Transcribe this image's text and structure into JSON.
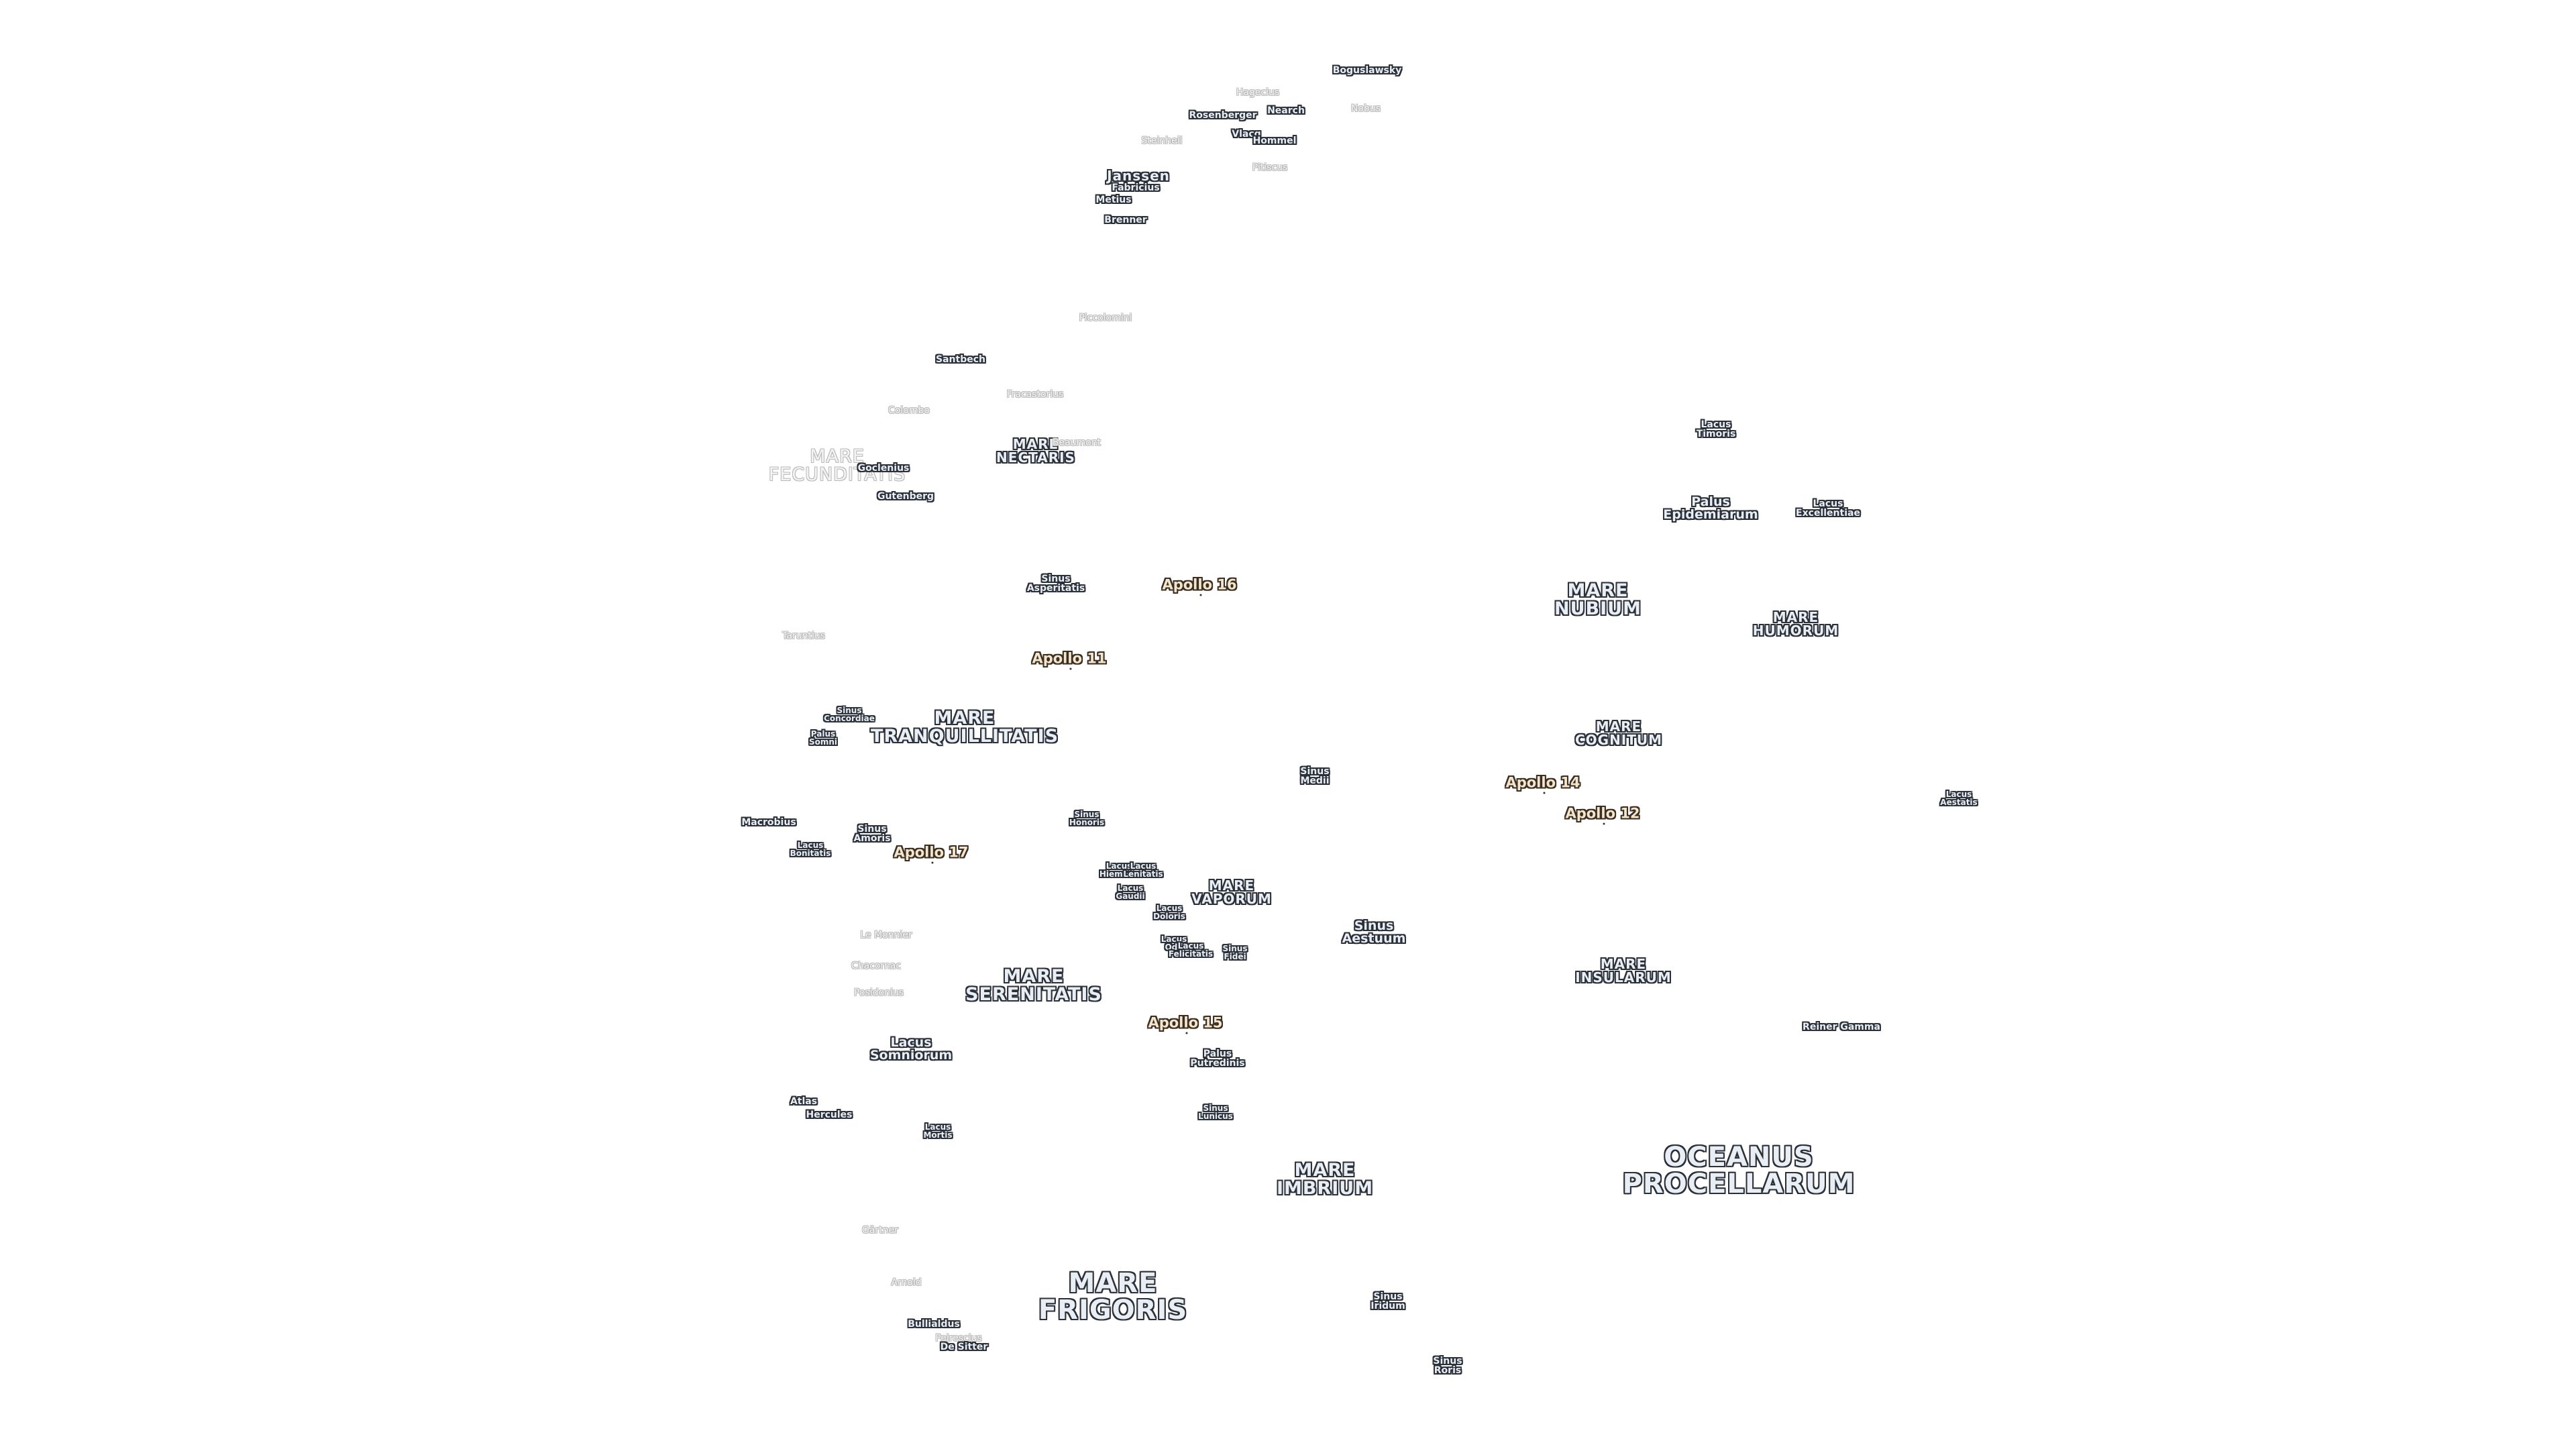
{
  "labels": [
    {
      "id": "bogoslovsky",
      "text": "Boguslawsky",
      "kind": "crater",
      "style": "dark"
    },
    {
      "id": "hagecius",
      "text": "Hagecius",
      "kind": "crater",
      "style": "faint"
    },
    {
      "id": "rosenberger",
      "text": "Rosenberger",
      "kind": "crater",
      "style": "dark"
    },
    {
      "id": "nearch",
      "text": "Nearch",
      "kind": "crater",
      "style": "dark"
    },
    {
      "id": "nobus",
      "text": "Nobus",
      "kind": "crater",
      "style": "faint"
    },
    {
      "id": "steinheil",
      "text": "Steinheil",
      "kind": "crater",
      "style": "faint"
    },
    {
      "id": "vlacq",
      "text": "Vlacq",
      "kind": "crater",
      "style": "dark"
    },
    {
      "id": "hommel",
      "text": "Hommel",
      "kind": "crater",
      "style": "dark"
    },
    {
      "id": "pitiscus",
      "text": "Pitiscus",
      "kind": "crater",
      "style": "faint"
    },
    {
      "id": "janssen",
      "text": "Janssen",
      "kind": "crater-large",
      "style": "dark"
    },
    {
      "id": "fabricius",
      "text": "Fabricius",
      "kind": "crater",
      "style": "dark"
    },
    {
      "id": "metius",
      "text": "Metius",
      "kind": "crater",
      "style": "dark"
    },
    {
      "id": "brenner",
      "text": "Brenner",
      "kind": "crater",
      "style": "dark"
    },
    {
      "id": "piccolomini",
      "text": "Piccolomini",
      "kind": "crater",
      "style": "faint"
    },
    {
      "id": "santbech",
      "text": "Santbech",
      "kind": "crater",
      "style": "dark"
    },
    {
      "id": "fracastorius",
      "text": "Fracastorius",
      "kind": "crater",
      "style": "faint"
    },
    {
      "id": "colombo",
      "text": "Colombo",
      "kind": "crater",
      "style": "faint"
    },
    {
      "id": "mare-nectaris",
      "text": "MARE\nNECTARIS",
      "kind": "mare-small",
      "style": "dark"
    },
    {
      "id": "beaumont",
      "text": "Beaumont",
      "kind": "crater",
      "style": "faint"
    },
    {
      "id": "mare-fecunditatis",
      "text": "MARE\nFECUNDITATIS",
      "kind": "mare",
      "style": "faint"
    },
    {
      "id": "goclenius",
      "text": "Goclenius",
      "kind": "crater",
      "style": "dark"
    },
    {
      "id": "gutenberg",
      "text": "Gutenberg",
      "kind": "crater",
      "style": "dark"
    },
    {
      "id": "lacus-timoris",
      "text": "Lacus\nTimoris",
      "kind": "small",
      "style": "dark"
    },
    {
      "id": "palus-epidemiarum",
      "text": "Palus\nEpidemiarum",
      "kind": "medium",
      "style": "dark"
    },
    {
      "id": "lacus-excellentiae",
      "text": "Lacus\nExcellentiae",
      "kind": "small",
      "style": "dark"
    },
    {
      "id": "sinus-asperitatis",
      "text": "Sinus\nAsperitatis",
      "kind": "small",
      "style": "dark"
    },
    {
      "id": "apollo-16",
      "text": "Apollo 16",
      "kind": "apollo",
      "style": "apollo"
    },
    {
      "id": "mare-nubium",
      "text": "MARE\nNUBIUM",
      "kind": "mare",
      "style": "dark"
    },
    {
      "id": "mare-humorum",
      "text": "MARE\nHUMORUM",
      "kind": "mare-small",
      "style": "dark"
    },
    {
      "id": "taruntius",
      "text": "Taruntius",
      "kind": "crater",
      "style": "faint"
    },
    {
      "id": "apollo-11",
      "text": "Apollo 11",
      "kind": "apollo",
      "style": "apollo"
    },
    {
      "id": "sinus-concordiae",
      "text": "Sinus\nConcordiae",
      "kind": "tiny",
      "style": "dark"
    },
    {
      "id": "mare-tranquillitatis",
      "text": "MARE\nTRANQUILLITATIS",
      "kind": "mare",
      "style": "dark"
    },
    {
      "id": "palus-somni",
      "text": "Palus\nSomni",
      "kind": "tiny",
      "style": "dark"
    },
    {
      "id": "mare-cognitum",
      "text": "MARE\nCOGNITUM",
      "kind": "mare-small",
      "style": "dark"
    },
    {
      "id": "sinus-medii",
      "text": "Sinus\nMedii",
      "kind": "small",
      "style": "dark"
    },
    {
      "id": "apollo-14",
      "text": "Apollo 14",
      "kind": "apollo",
      "style": "apollo"
    },
    {
      "id": "apollo-12",
      "text": "Apollo 12",
      "kind": "apollo",
      "style": "apollo"
    },
    {
      "id": "lacus-aestatis",
      "text": "Lacus\nAestatis",
      "kind": "tiny",
      "style": "dark"
    },
    {
      "id": "macrobius",
      "text": "Macrobius",
      "kind": "crater",
      "style": "dark"
    },
    {
      "id": "sinus-honoris",
      "text": "Sinus\nHonoris",
      "kind": "tiny",
      "style": "dark"
    },
    {
      "id": "sinus-amoris",
      "text": "Sinus\nAmoris",
      "kind": "small",
      "style": "dark"
    },
    {
      "id": "lacus-bonitatis",
      "text": "Lacus\nBonitatis",
      "kind": "tiny",
      "style": "dark"
    },
    {
      "id": "apollo-17",
      "text": "Apollo 17",
      "kind": "apollo",
      "style": "apollo"
    },
    {
      "id": "lacus-hiemalis",
      "text": "Lacus\nHiemalis",
      "kind": "tiny",
      "style": "dark"
    },
    {
      "id": "lacus-lenitatis",
      "text": "Lacus\nLenitatis",
      "kind": "tiny",
      "style": "dark"
    },
    {
      "id": "lacus-gaudii",
      "text": "Lacus\nGaudii",
      "kind": "tiny",
      "style": "dark"
    },
    {
      "id": "mare-vaporum",
      "text": "MARE\nVAPORUM",
      "kind": "mare-small",
      "style": "dark"
    },
    {
      "id": "lacus-doloris",
      "text": "Lacus\nDoloris",
      "kind": "tiny",
      "style": "dark"
    },
    {
      "id": "sinus-aestuum",
      "text": "Sinus\nAestuum",
      "kind": "medium",
      "style": "dark"
    },
    {
      "id": "le-monnier",
      "text": "Le Monnier",
      "kind": "crater",
      "style": "faint"
    },
    {
      "id": "lacus-odii",
      "text": "Lacus\nOdii",
      "kind": "tiny",
      "style": "dark"
    },
    {
      "id": "lacus-felicitatis",
      "text": "Lacus\nFelicitatis",
      "kind": "tiny",
      "style": "dark"
    },
    {
      "id": "sinus-fidei",
      "text": "Sinus\nFidei",
      "kind": "tiny",
      "style": "dark"
    },
    {
      "id": "chacornac",
      "text": "Chacornac",
      "kind": "crater",
      "style": "faint"
    },
    {
      "id": "mare-serenitatis",
      "text": "MARE\nSERENITATIS",
      "kind": "mare",
      "style": "dark"
    },
    {
      "id": "mare-insularum",
      "text": "MARE\nINSULARUM",
      "kind": "mare-small",
      "style": "dark"
    },
    {
      "id": "posidonius",
      "text": "Posidonius",
      "kind": "crater",
      "style": "faint"
    },
    {
      "id": "apollo-15",
      "text": "Apollo 15",
      "kind": "apollo",
      "style": "apollo"
    },
    {
      "id": "reiner-gamma",
      "text": "Reiner Gamma",
      "kind": "crater",
      "style": "dark"
    },
    {
      "id": "lacus-somniorum",
      "text": "Lacus\nSomniorum",
      "kind": "medium",
      "style": "dark"
    },
    {
      "id": "palus-putredinis",
      "text": "Palus\nPutredinis",
      "kind": "small",
      "style": "dark"
    },
    {
      "id": "atlas",
      "text": "Atlas",
      "kind": "crater",
      "style": "dark"
    },
    {
      "id": "hercules",
      "text": "Hercules",
      "kind": "crater",
      "style": "dark"
    },
    {
      "id": "sinus-lunicus",
      "text": "Sinus\nLunicus",
      "kind": "tiny",
      "style": "dark"
    },
    {
      "id": "lacus-mortis",
      "text": "Lacus\nMortis",
      "kind": "tiny",
      "style": "dark"
    },
    {
      "id": "oceanus-procellarum",
      "text": "OCEANUS\nPROCELLARUM",
      "kind": "ocean",
      "style": "dark"
    },
    {
      "id": "mare-imbrium",
      "text": "MARE\nIMBRIUM",
      "kind": "mare",
      "style": "dark"
    },
    {
      "id": "gartner",
      "text": "Gärtner",
      "kind": "crater",
      "style": "faint"
    },
    {
      "id": "mare-frigoris",
      "text": "MARE\nFRIGORIS",
      "kind": "mare-big",
      "style": "dark"
    },
    {
      "id": "arnold",
      "text": "Arnold",
      "kind": "crater",
      "style": "faint"
    },
    {
      "id": "sinus-iridum",
      "text": "Sinus\nIridum",
      "kind": "small",
      "style": "dark"
    },
    {
      "id": "bullialdus",
      "text": "Bullialdus",
      "kind": "crater",
      "style": "dark"
    },
    {
      "id": "peirescius",
      "text": "Peirescius",
      "kind": "crater",
      "style": "faint"
    },
    {
      "id": "de-sitter",
      "text": "De Sitter",
      "kind": "crater",
      "style": "dark"
    },
    {
      "id": "sinus-roris",
      "text": "Sinus\nRoris",
      "kind": "small",
      "style": "dark"
    }
  ]
}
